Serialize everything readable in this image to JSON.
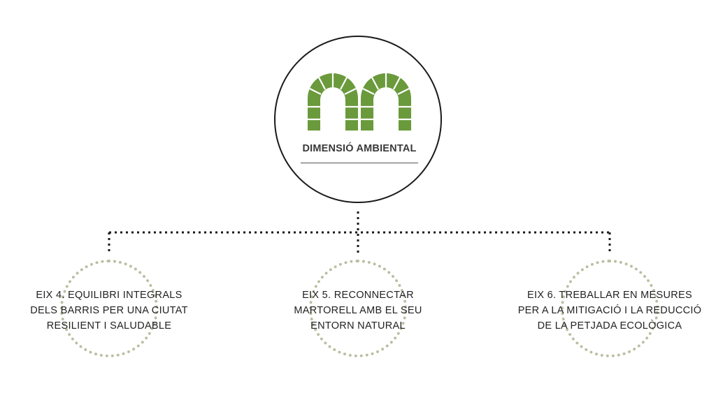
{
  "root": {
    "label": "DIMENSIÓ AMBIENTAL",
    "logo_icon": "green-arch-m-logo",
    "logo_color": "#6a9a3c"
  },
  "connector_color": "#1a1a1a",
  "node_ring_color": "#b9bfa0",
  "nodes": [
    {
      "lines": [
        "EIX 4. EQUILIBRI INTEGRALS",
        "DELS BARRIS PER UNA CIUTAT",
        "RESILIENT I SALUDABLE"
      ]
    },
    {
      "lines": [
        "EIX 5. RECONNECTAR",
        "MARTORELL AMB EL SEU",
        "ENTORN NATURAL"
      ]
    },
    {
      "lines": [
        "EIX 6. TREBALLAR EN MESURES",
        "PER A LA MITIGACIÓ I LA REDUCCIÓ",
        "DE LA PETJADA ECOLÒGICA"
      ]
    }
  ]
}
